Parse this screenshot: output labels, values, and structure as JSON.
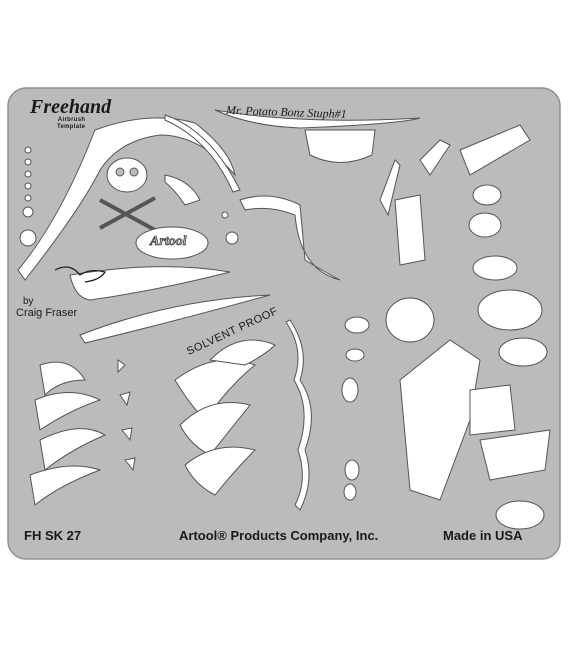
{
  "template": {
    "brand": "Freehand",
    "brand_sub_1": "Airbrush",
    "brand_sub_2": "Template",
    "title": "Mr. Potato Bonz Stuph#1",
    "by": "by",
    "author": "Craig Fraser",
    "stencil_logo": "Artool",
    "solvent": "SOLVENT PROOF",
    "code": "FH SK 27",
    "company": "Artool® Products Company, Inc.",
    "made_in": "Made in USA"
  },
  "colors": {
    "background": "#ffffff",
    "plate": "#b9bbbd",
    "cutout": "#ffffff",
    "ink": "#1a1a1a"
  }
}
